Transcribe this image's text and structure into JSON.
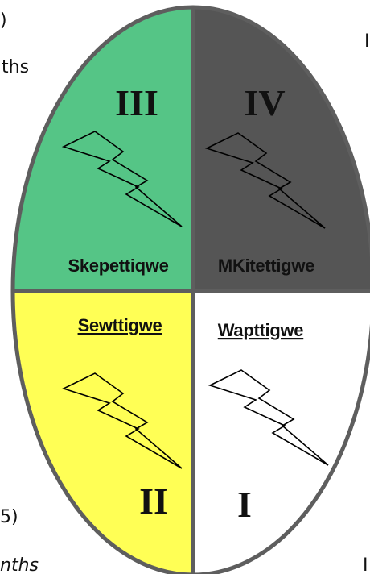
{
  "diagram": {
    "quadrants": [
      {
        "id": "I",
        "numeral": "I",
        "label": "Wapttigwe",
        "label_underlined": true,
        "fill": "#ffffff",
        "numeral_color": "#111111",
        "label_color": "#111111"
      },
      {
        "id": "II",
        "numeral": "II",
        "label": "Sewttigwe",
        "label_underlined": true,
        "fill": "#ffff55",
        "numeral_color": "#111111",
        "label_color": "#111111"
      },
      {
        "id": "III",
        "numeral": "III",
        "label": "Skepettiqwe",
        "label_underlined": false,
        "fill": "#55c586",
        "numeral_color": "#111111",
        "label_color": "#111111"
      },
      {
        "id": "IV",
        "numeral": "IV",
        "label": "MKitettigwe",
        "label_underlined": false,
        "fill": "#555555",
        "numeral_color": "#111111",
        "label_color": "#111111"
      }
    ],
    "outline_color": "#5e5e5e",
    "bolt_stroke": "#000000"
  },
  "edge_text": {
    "top_left_fragment_1": ")",
    "top_left_fragment_2": "ths",
    "top_right_fragment": "I",
    "bottom_left_fragment_1": "5)",
    "bottom_left_fragment_2": "nths",
    "bottom_right_fragment": "I"
  }
}
